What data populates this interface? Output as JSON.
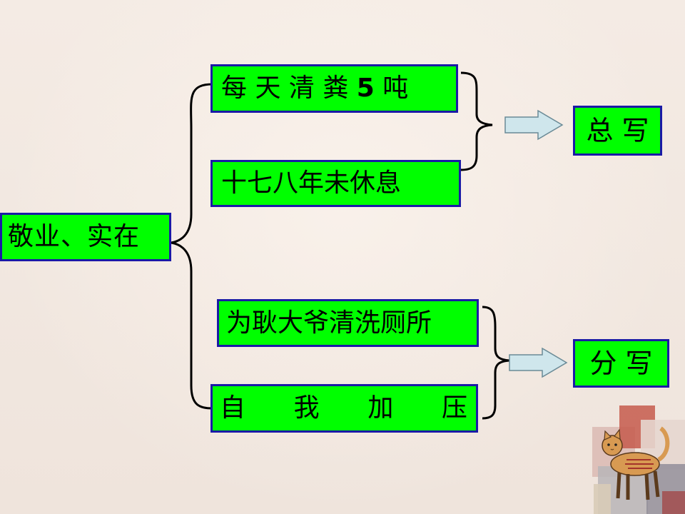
{
  "diagram": {
    "root": "敬业、实在",
    "items": [
      {
        "parts": [
          "每 天 清 粪 ",
          "5",
          " 吨"
        ]
      },
      {
        "text": "十七八年未休息"
      },
      {
        "text": "为耿大爷清洗厕所"
      },
      {
        "words": [
          "自",
          "我",
          "加",
          "压"
        ]
      }
    ],
    "summaries": [
      "总 写",
      "分 写"
    ]
  },
  "colors": {
    "box_fill": "#00ff00",
    "box_border": "#1a1aa6",
    "arrow_fill": "#cfe6ec",
    "arrow_stroke": "#6a8a96",
    "background": "#f3e9e1"
  },
  "icons": [
    "brace-icon",
    "right-arrow-icon",
    "cat-illustration"
  ]
}
